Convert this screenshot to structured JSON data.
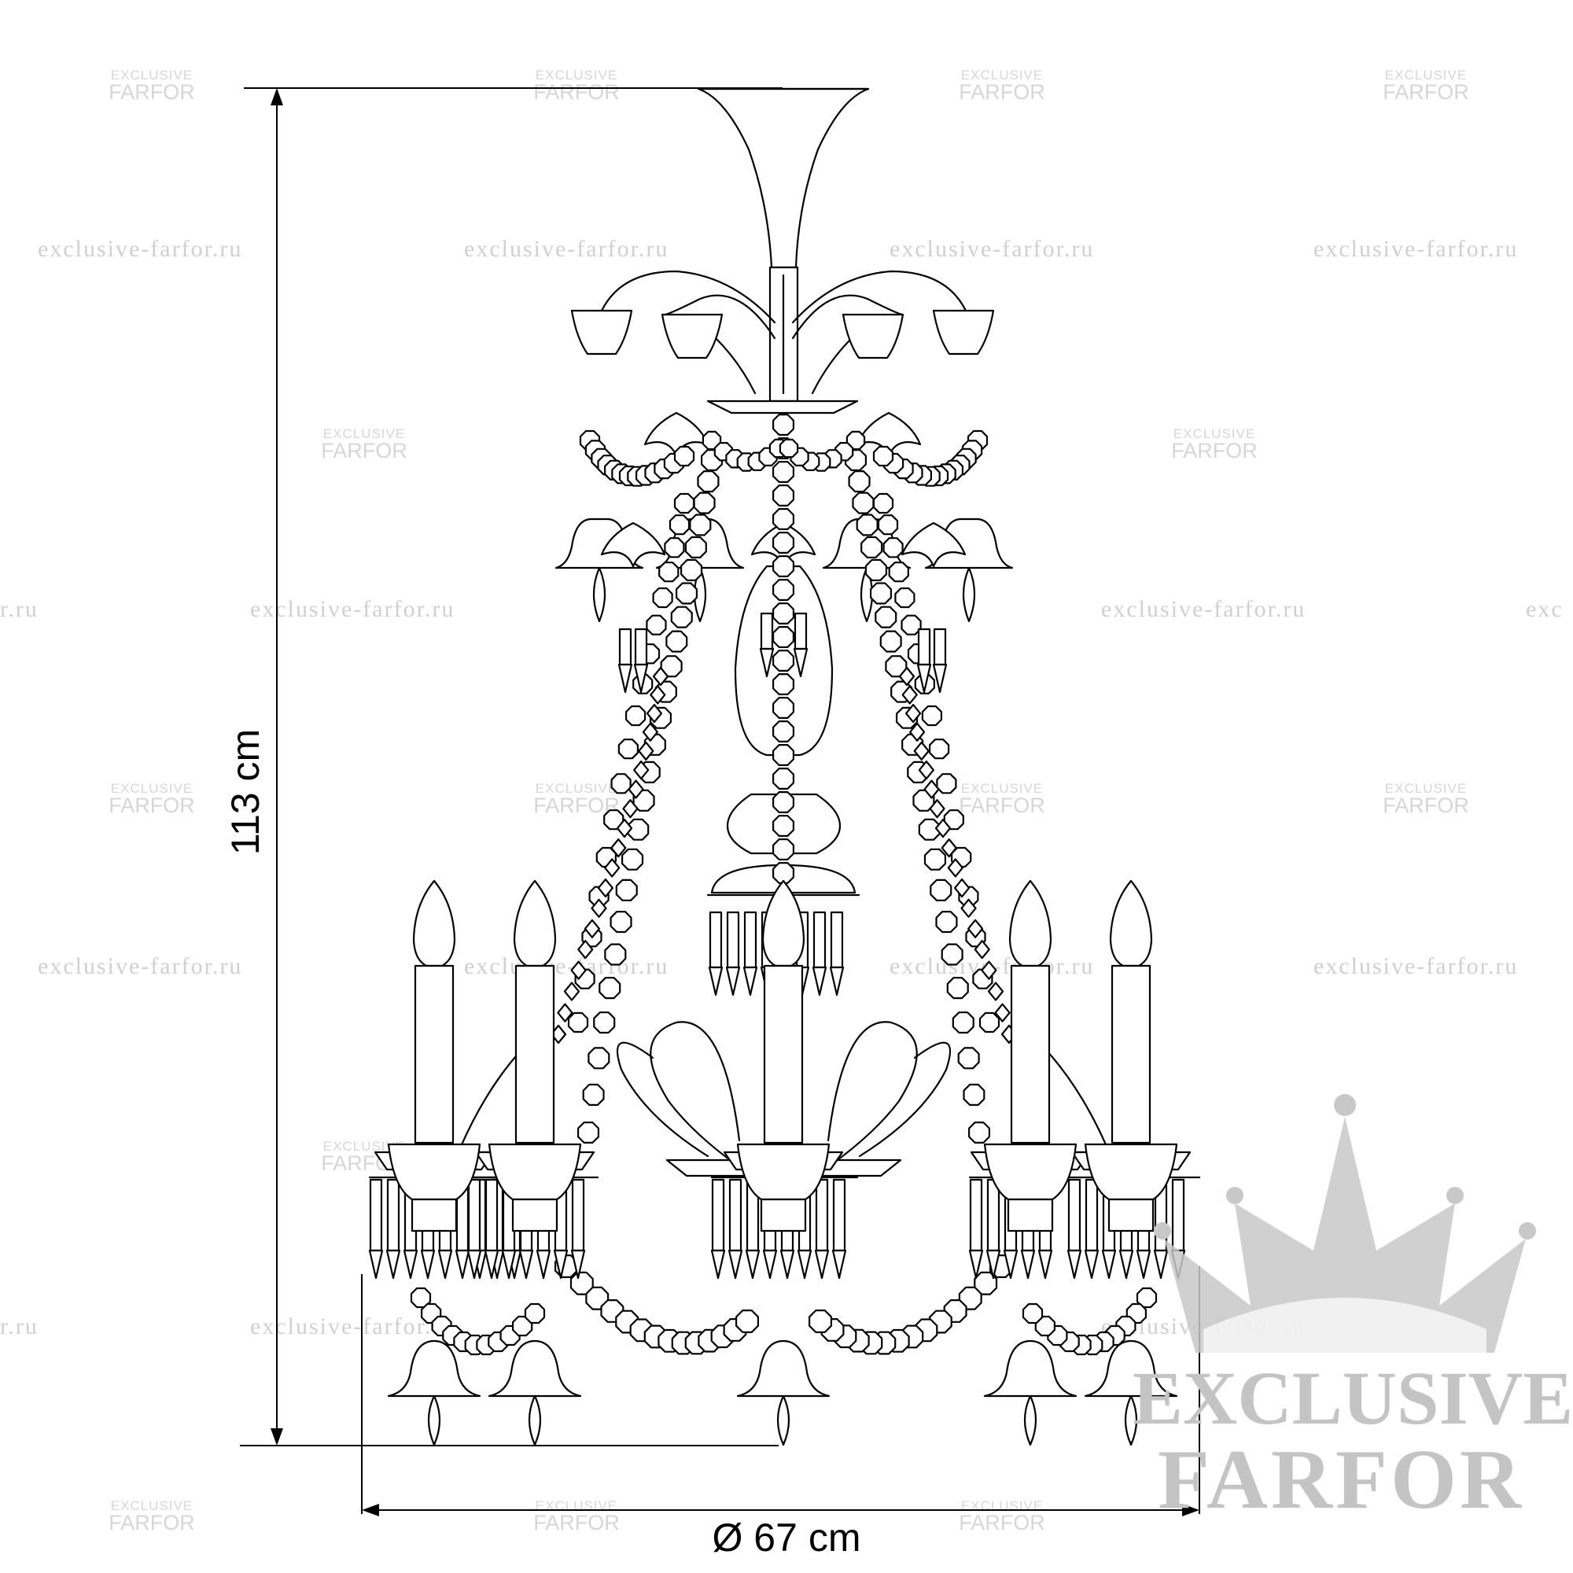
{
  "dimensions": {
    "height_label": "113 cm",
    "width_label": "Ø 67 cm",
    "height_value_cm": 113,
    "diameter_value_cm": 67
  },
  "watermarks": {
    "small_line1": "EXCLUSIVE",
    "small_line2": "FARFOR",
    "url": "exclusive-farfor.ru",
    "url_left_fragment": "r.ru",
    "url_right_fragment": "exc"
  },
  "logo": {
    "line1": "EXCLUSIVE",
    "line2": "FARFOR",
    "icon": "crown-icon"
  },
  "colors": {
    "line": "#000000",
    "watermark": "#d6d6d6",
    "logo": "#c4c4c4"
  }
}
